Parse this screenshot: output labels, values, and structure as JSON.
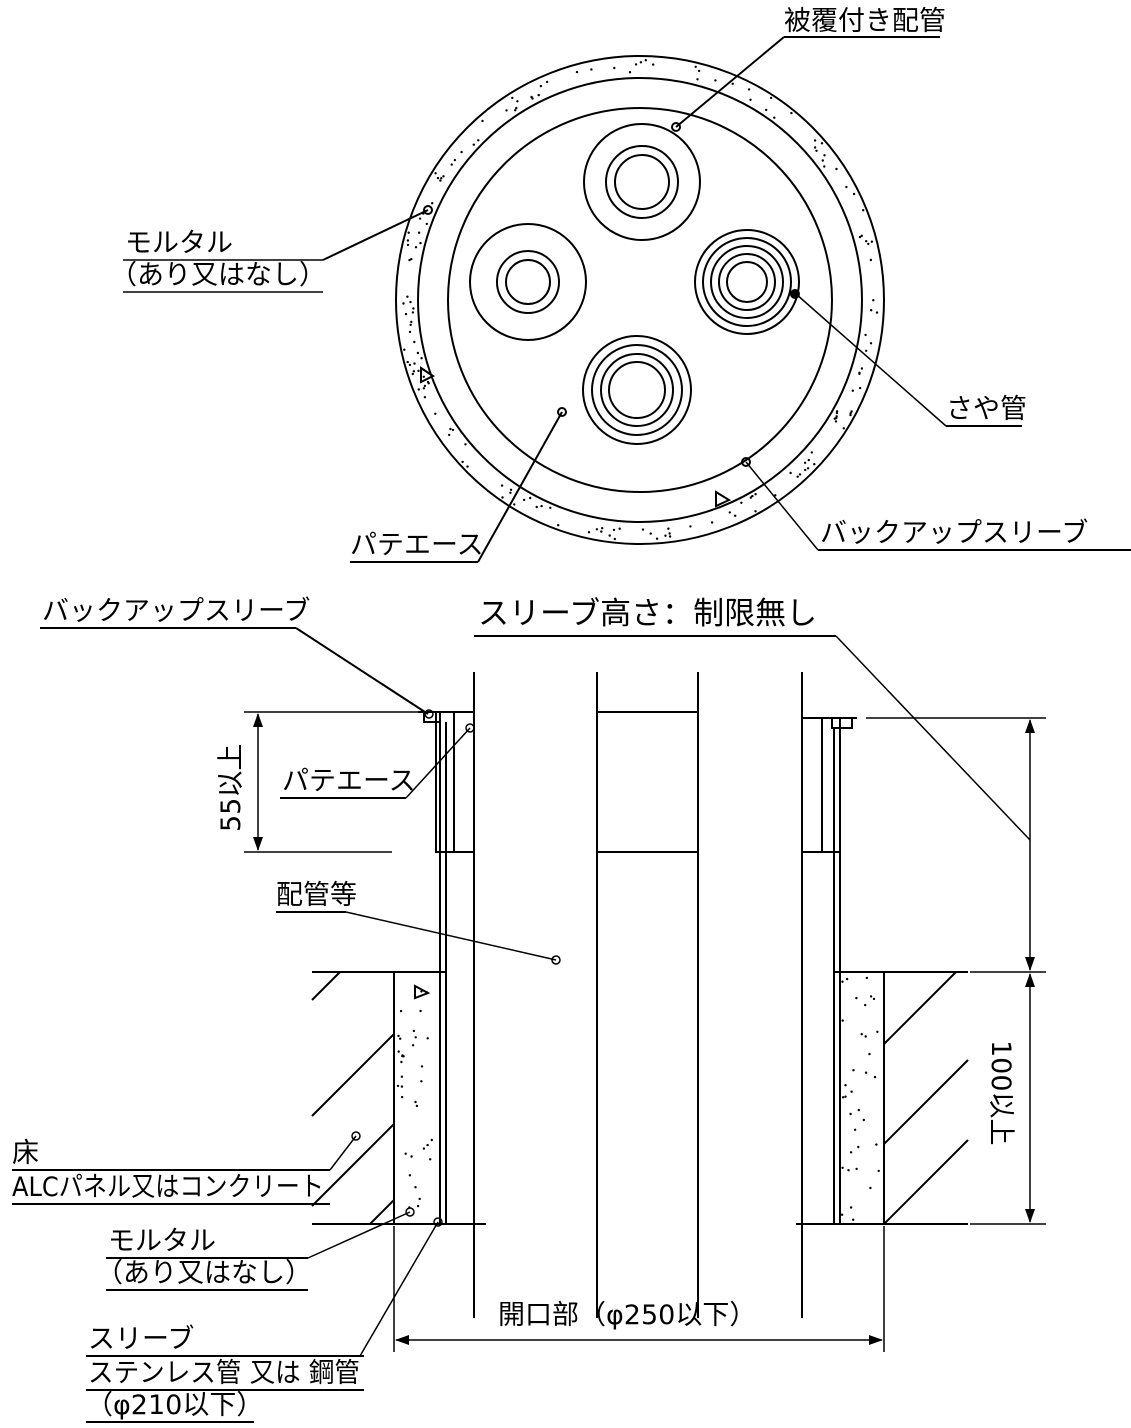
{
  "top_view": {
    "coated_pipe": "被覆付き配管",
    "mortar": "モルタル",
    "mortar_note": "（あり又はなし）",
    "sheath_pipe": "さや管",
    "putty": "パテエース",
    "backup_sleeve": "バックアップスリーブ"
  },
  "section_view": {
    "backup_sleeve": "バックアップスリーブ",
    "sleeve_height": "スリーブ高さ：制限無し",
    "dim_55": "55以上",
    "putty": "パテエース",
    "piping": "配管等",
    "dim_100": "100以上",
    "floor": "床",
    "floor_material": "ALCパネル又はコンクリート",
    "mortar": "モルタル",
    "mortar_note": "（あり又はなし）",
    "sleeve": "スリーブ",
    "sleeve_material": "ステンレス管 又は 鋼管",
    "sleeve_dia": "（φ210以下）",
    "opening": "開口部（φ250以下）"
  }
}
